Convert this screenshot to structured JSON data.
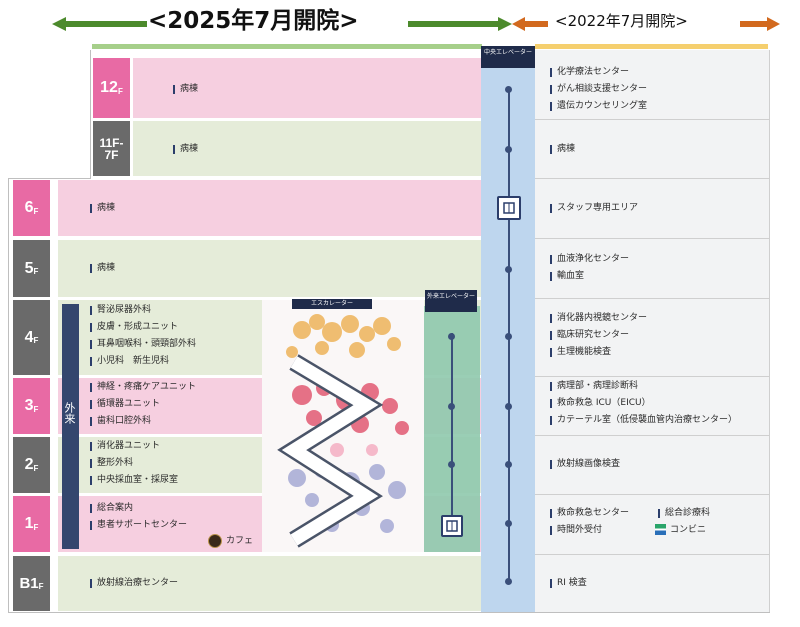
{
  "header": {
    "left_title": "<2025年7月開院>",
    "right_title": "<2022年7月開院>",
    "colors": {
      "green_arrow": "#4c8a2c",
      "orange_arrow": "#d2691e",
      "green_line": "#a6cf8a",
      "orange_line": "#f5cf6e"
    }
  },
  "floors": [
    {
      "id": "12f",
      "label": "12",
      "unit": "F",
      "color": "#e86aa4"
    },
    {
      "id": "11f",
      "label": "11F-7F",
      "color": "#6a6a6a"
    },
    {
      "id": "6f",
      "label": "6",
      "unit": "F",
      "color": "#e86aa4"
    },
    {
      "id": "5f",
      "label": "5",
      "unit": "F",
      "color": "#6a6a6a"
    },
    {
      "id": "4f",
      "label": "4",
      "unit": "F",
      "color": "#6a6a6a"
    },
    {
      "id": "3f",
      "label": "3",
      "unit": "F",
      "color": "#e86aa4"
    },
    {
      "id": "2f",
      "label": "2",
      "unit": "F",
      "color": "#6a6a6a"
    },
    {
      "id": "1f",
      "label": "1",
      "unit": "F",
      "color": "#e86aa4"
    },
    {
      "id": "b1f",
      "label": "B1",
      "unit": "F",
      "color": "#6a6a6a"
    }
  ],
  "left": {
    "f12": [
      "病棟"
    ],
    "f11": [
      "病棟"
    ],
    "f6": [
      "病棟"
    ],
    "f5": [
      "病棟"
    ],
    "f4": [
      "腎泌尿器外科",
      "皮膚・形成ユニット",
      "耳鼻咽喉科・頭頸部外科",
      "小児科　新生児科"
    ],
    "f3": [
      "神経・疼痛ケアユニット",
      "循環器ユニット",
      "歯科口腔外科"
    ],
    "f2": [
      "消化器ユニット",
      "整形外科",
      "中央採血室・採尿室"
    ],
    "f1": [
      "総合案内",
      "患者サポートセンター"
    ],
    "f1_cafe": "カフェ",
    "b1": [
      "放射線治療センター"
    ],
    "outpatient": "外来"
  },
  "center": {
    "escalator": "エスカレーター",
    "outpatient_elevator": "外来エレベーター",
    "central_elevator": "中央エレベーター"
  },
  "right": {
    "f12": [
      "化学療法センター",
      "がん相談支援センター",
      "遺伝カウンセリング室"
    ],
    "f11": [
      "病棟"
    ],
    "f6": [
      "スタッフ専用エリア"
    ],
    "f5": [
      "血液浄化センター",
      "輸血室"
    ],
    "f4": [
      "消化器内視鏡センター",
      "臨床研究センター",
      "生理機能検査"
    ],
    "f3": [
      "病理部・病理診断科",
      "救命救急 ICU（EICU）",
      "カテーテル室（低侵襲血管内治療センター）"
    ],
    "f2": [
      "放射線画像検査"
    ],
    "f1": [
      "救命救急センター",
      "時間外受付"
    ],
    "f1_b": [
      "総合診療科",
      "コンビニ"
    ],
    "b1": [
      "RI 検査"
    ]
  }
}
